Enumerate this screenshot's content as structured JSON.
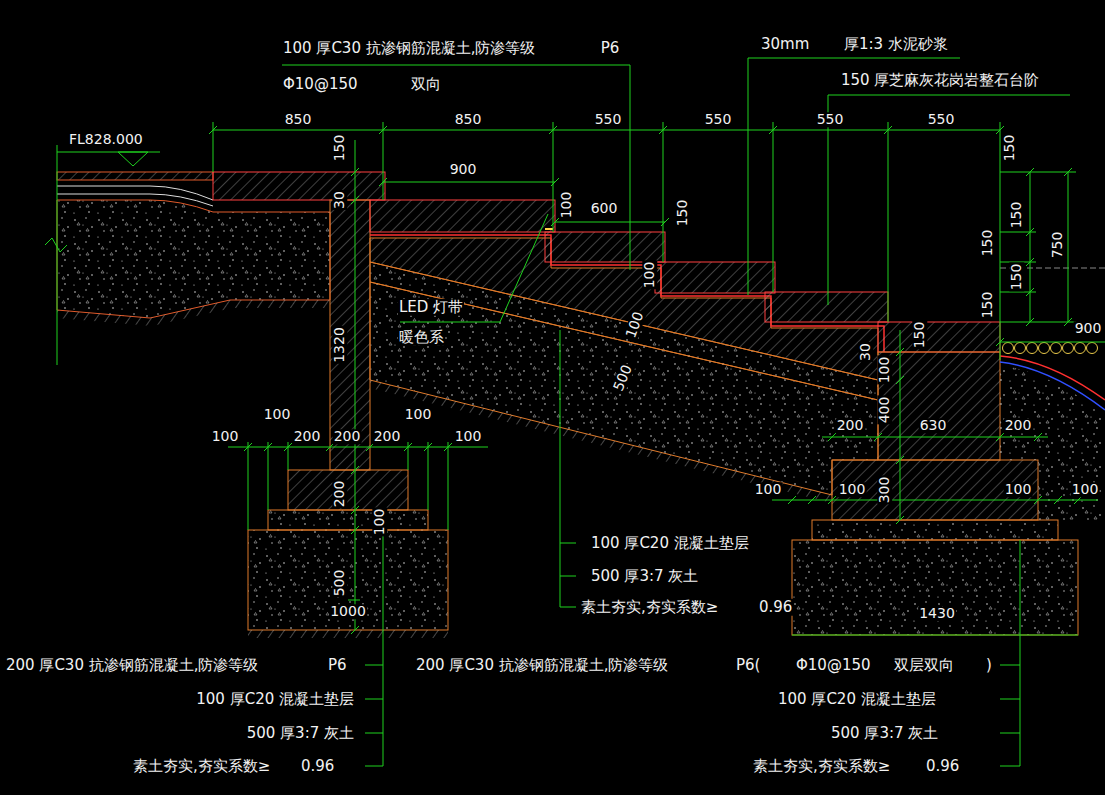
{
  "diagram": {
    "labels": [
      "100 厚C30 抗渗钢筋混凝土,防渗等级",
      "P6",
      "Φ10@150",
      "双向",
      "30mm",
      "厚1:3 水泥砂浆",
      "150 厚芝麻灰花岗岩整石台阶",
      "850",
      "850",
      "550",
      "550",
      "550",
      "550",
      "FL828.000",
      "150",
      "150",
      "900",
      "30",
      "100",
      "600",
      "150",
      "150",
      "150",
      "750",
      "100",
      "150",
      "150",
      "LED 灯带",
      "暖色系",
      "900",
      "100",
      "150",
      "1320",
      "30",
      "100",
      "500",
      "100",
      "100",
      "400",
      "200",
      "630",
      "200",
      "100",
      "200",
      "200",
      "200",
      "100",
      "100",
      "100",
      "300",
      "100",
      "100",
      "200",
      "100",
      "100 厚C20 混凝土垫层",
      "500",
      "500 厚3:7 灰土",
      "1000",
      "素土夯实,夯实系数≥",
      "0.96",
      "1430",
      "200 厚C30 抗渗钢筋混凝土,防渗等级",
      "P6",
      "200 厚C30 抗渗钢筋混凝土,防渗等级",
      "P6(",
      "Φ10@150",
      "双层双向",
      ")",
      "100 厚C20 混凝土垫层",
      "100 厚C20 混凝土垫层",
      "500 厚3:7 灰土",
      "500 厚3:7 灰土",
      "素土夯实,夯实系数≥",
      "0.96",
      "素土夯实,夯实系数≥",
      "0.96"
    ]
  }
}
